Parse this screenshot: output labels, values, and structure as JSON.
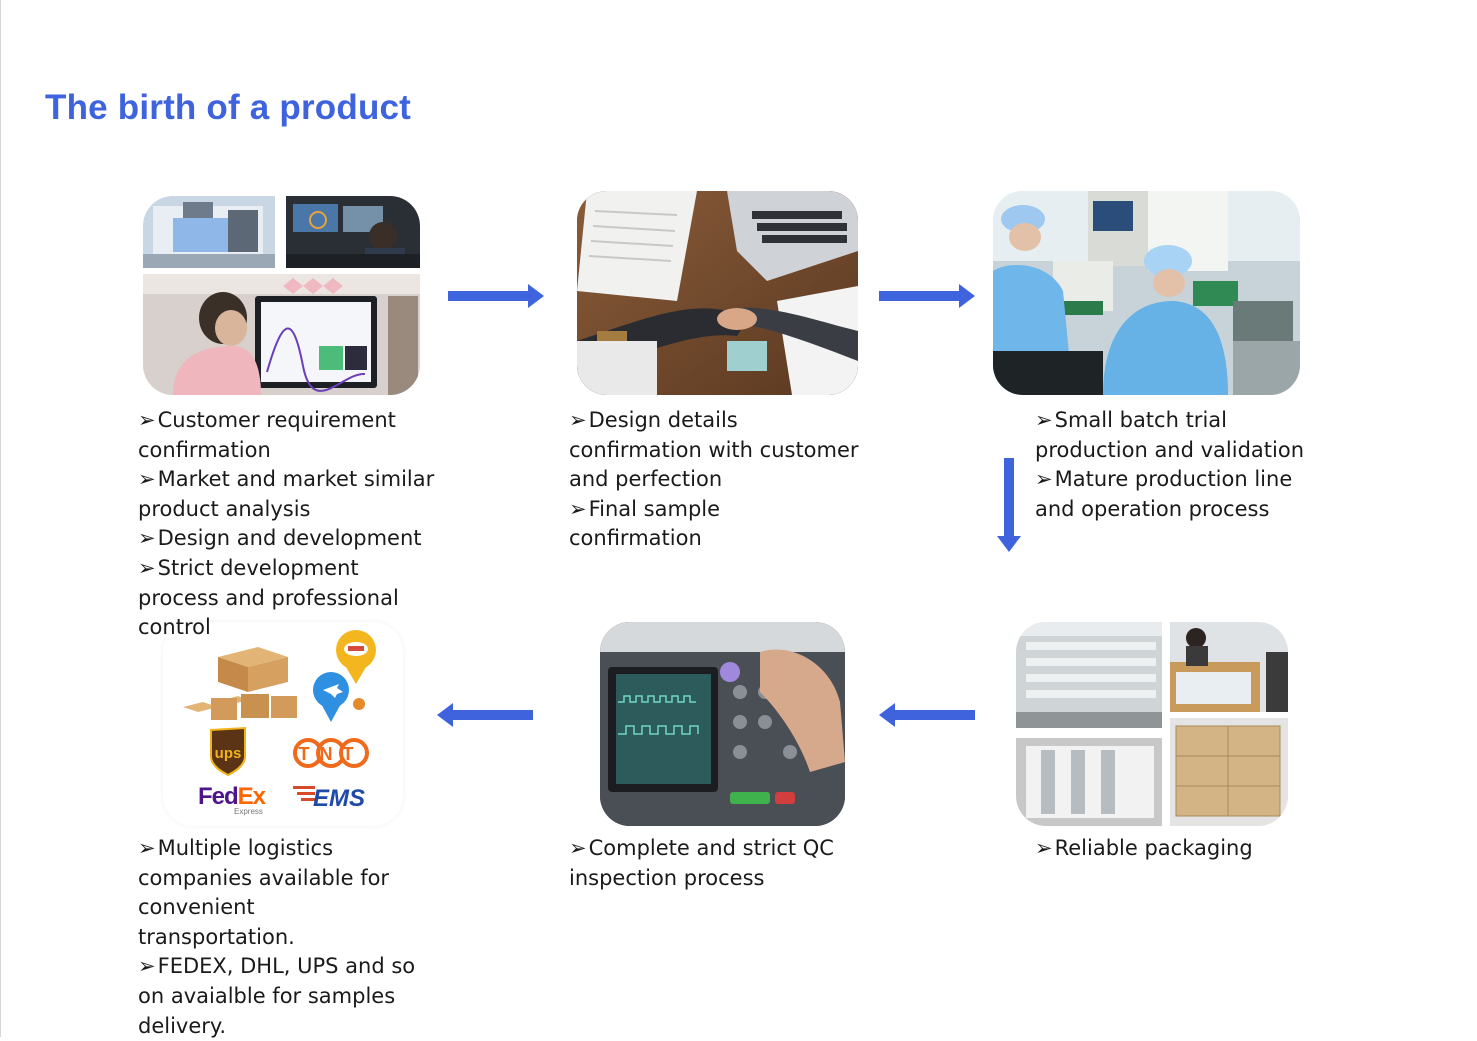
{
  "title": "The birth of a product",
  "steps": [
    {
      "id": "step-1",
      "bullets": [
        "Customer requirement confirmation",
        "Market and market similar product analysis",
        "Design and development",
        "Strict development process and professional control"
      ]
    },
    {
      "id": "step-2",
      "bullets": [
        "Design details confirmation with customer and perfection",
        "Final sample confirmation"
      ]
    },
    {
      "id": "step-3",
      "bullets": [
        "Small batch trial production and validation",
        "Mature production line and operation process"
      ]
    },
    {
      "id": "step-4",
      "bullets": [
        "Reliable packaging"
      ]
    },
    {
      "id": "step-5",
      "bullets": [
        "Complete and strict  QC inspection process"
      ]
    },
    {
      "id": "step-6",
      "bullets": [
        "Multiple logistics companies available for convenient transportation.",
        "FEDEX, DHL, UPS and so on avaialble for samples delivery."
      ]
    }
  ],
  "bullet_glyph": "➢",
  "logistics_logos": {
    "ups": "ups",
    "tnt": "TNT",
    "fedex": "FedEx",
    "fedex_sub": "Express",
    "ems": "EMS"
  },
  "colors": {
    "accent": "#3f63dd",
    "text": "#1a1a1a",
    "fedex_purple": "#4d148c",
    "fedex_orange": "#ff6600",
    "ems_blue": "#1f4aa8",
    "ups_brown": "#5a3414",
    "ups_gold": "#f2b21a",
    "tnt_orange": "#ef6a1a"
  },
  "icons": {
    "arrow": "arrow-icon",
    "bullet": "arrowhead-bullet-icon"
  }
}
